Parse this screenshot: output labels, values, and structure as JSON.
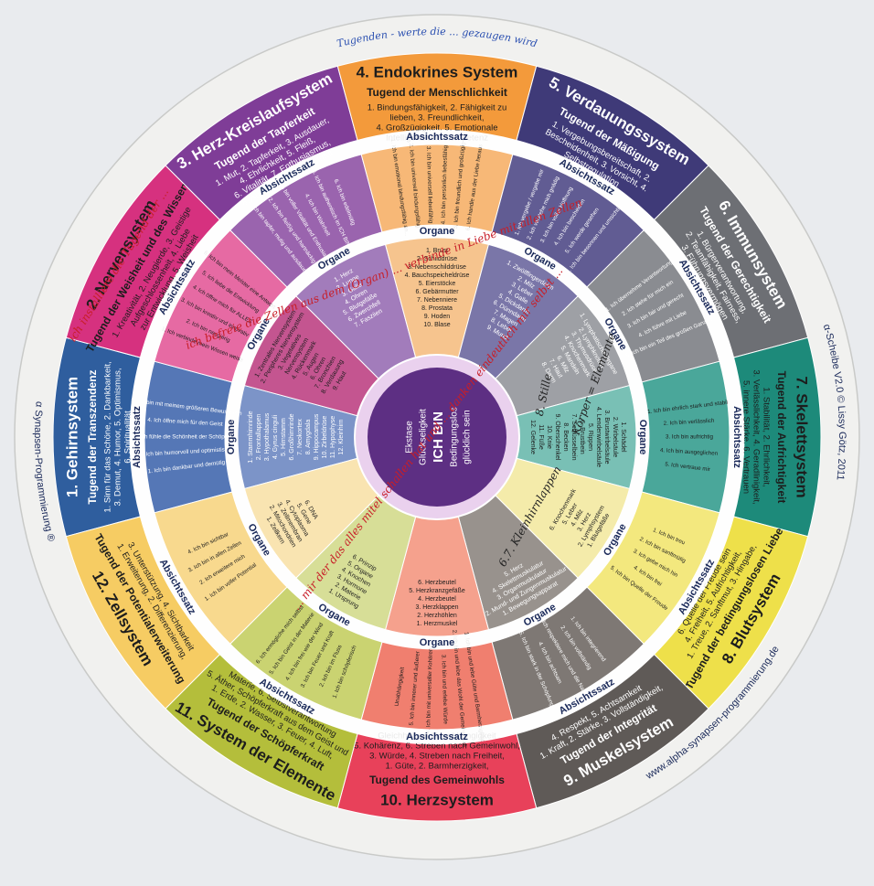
{
  "brand": {
    "logo_letter": "α",
    "name": "Synapsen-Programmierung ®",
    "website": "www.alpha-synapsen-programmierung.de",
    "edition": "α-Scheibe V2.0 © Lissy Götz, 2011"
  },
  "labels": {
    "intent": "Absichtssatz",
    "organs": "Organe"
  },
  "center": {
    "line1": "Ekstase",
    "line2": "Glückseligkeit",
    "main": "ICH BIN",
    "line3": "Bedingungslos",
    "line4": "glücklich sein"
  },
  "systems": [
    {
      "title": "1. Gehirnsystem",
      "virtue": "Tugend der Transzendenz",
      "virtues_list": [
        "1. Sinn für das Schöne, 2. Dankbarkeit,",
        "3. Demut, 4. Humor, 5. Optimismus,",
        "6. Spiritualität"
      ],
      "intent": [
        "1. Ich bin dankbar und demütig",
        "2. Ich bin humorvoll und optimistisch",
        "3. Ich fühle die Schönheit der Schöpfung",
        "4. Ich öffne mich für den Geist",
        "5. Ich bin mit meinem größeren Bewusstsein"
      ],
      "organs": [
        "1. Stammhirnrinde",
        "2. Frontallappen",
        "3. Hypothalamus",
        "4. Gyrus cinguli",
        "5. Hirnstamm",
        "6. Großhirnrinde",
        "7. Neokortex",
        "8. Amygdala",
        "9. Hippocampus",
        "10. Zirbeldrüse",
        "11. Hypophyse",
        "12. Kleinhirn"
      ],
      "color": "#2f5e9e",
      "intent_color": "#5577b6",
      "organ_color": "#7c94c8",
      "text_color": "#ffffff"
    },
    {
      "title": "2. Nervensystem",
      "virtue": "Tugend der Weisheit und des Wissens",
      "virtues_list": [
        "1. Kreativität, 2. Neugierde, 3. Geistige",
        "Aufgeschlossenheit, 4. Liebe",
        "zur Entwicklung, 5. Weisheit"
      ],
      "intent": [
        "1. Ich verbinde mein Wissen weise",
        "2. Ich bin neugierig",
        "3. Ich bin kreativ und innovativ",
        "4. Ich öffne mich für ALLES",
        "5. Ich liebe die Entwicklung",
        "6. Ich bin mein Meister eine Antwort"
      ],
      "organs": [
        "1. Zentrales Nervensystem",
        "2. Peripheres Nervensystem",
        "3. Vegetatives",
        "Nervensystem",
        "4. Rückenmark",
        "5. Augen",
        "6. Ohren",
        "7. Bronchien",
        "8. Verdauung",
        "9. Haut"
      ],
      "color": "#d6317f",
      "intent_color": "#e66aa3",
      "organ_color": "#c45590",
      "text_color": "#1d1d1d"
    },
    {
      "title": "3. Herz-Kreislaufsystem",
      "virtue": "Tugend der Tapferkeit",
      "virtues_list": [
        "1. Mut, 2. Tapferkeit, 3. Ausdauer,",
        "4. Ehrlichkeit, 5. Fleiß,",
        "6. Vitalität, 7. Enthusiasmus,",
        "8. Authentizität, 9. Edelmut"
      ],
      "intent": [
        "1. Ich bin tapfer, mutig und ausdauernd",
        "2. Ich bin fleißig und hartnäckig",
        "3. Ich bin voller Vitalität und Enthusiasmus",
        "4. Ich bin Wahrheit",
        "5. Ich bin authentisch im ICH BIN",
        "6. Ich bin edelmütig"
      ],
      "organs": [
        "1. Herz",
        "2. Lunge",
        "3. Galle",
        "4. Ohren",
        "5. Blutgefäße",
        "6. Zwerchfell",
        "7. Fasziien"
      ],
      "color": "#7f3d97",
      "intent_color": "#9a64ae",
      "organ_color": "#a27cbb",
      "text_color": "#ffffff"
    },
    {
      "title": "4. Endokrines System",
      "virtue": "Tugend der Menschlichkeit",
      "virtues_list": [
        "1. Bindungsfähigkeit, 2. Fähigkeit zu",
        "lieben, 3. Freundlichkeit,",
        "4. Großzügigkeit, 5. Emotionale",
        "Intelligenz und Kompetenz"
      ],
      "intent": [
        "1. Ich bin emotional bindungsfähig an...",
        "2. Ich bin universell bindungsfähig",
        "3. Ich bin universell liebesfähig",
        "4. Ich bin persönlich liebesfähig",
        "5. Ich bin freundlich und großzügig",
        "6. Ich handle aus der Liebe heraus"
      ],
      "organs": [
        "1. Brust",
        "2. Schilddrüse",
        "3. Nebenschilddrüse",
        "4. Bauchspeicheldrüse",
        "5. Eierstöcke",
        "6. Gebärmutter",
        "7. Nebenniere",
        "8. Prostata",
        "9. Hoden",
        "10. Blase"
      ],
      "color": "#f39a3b",
      "intent_color": "#f7b877",
      "organ_color": "#f6c48e",
      "text_color": "#1d1d1d"
    },
    {
      "title": "5. Verdauungssystem",
      "virtue": "Tugend der Mäßigung",
      "virtues_list": [
        "1. Vergebungsbereitschaft, 2.",
        "Bescheidenheit, 3. Vorsicht, 4.",
        "Selbstregulation"
      ],
      "intent": [
        "1. Ich vergebe / vergebe mir",
        "2. Ich verstehe mich gnädig",
        "3. Ich bin voller Hoffnung",
        "4. Ich bin bescheiden",
        "5. Ich werde gesehen",
        "6. Ich bin besonnen und umsichtig"
      ],
      "organs": [
        "1. Zwölffingerdarm",
        "2. Milz",
        "3. Leber",
        "4. Galle",
        "5. Dickdarm",
        "6. Dünndarm",
        "7. Magen",
        "8. Leber",
        "9. Mund"
      ],
      "color": "#3f3a78",
      "intent_color": "#615c93",
      "organ_color": "#7a76a8",
      "text_color": "#ffffff"
    },
    {
      "title": "6. Immunsystem",
      "virtue": "Tugend der Gerechtigkeit",
      "virtues_list": [
        "1. Bürgerverantwortung,",
        "2. Teamfähigkeit, Fairness,",
        "3. Führungsvermögen"
      ],
      "intent": [
        "1. Ich übernehme Verantwortung",
        "2. Ich stehe für mich ein",
        "3. Ich bin fair und gerecht",
        "4. Ich führe mit Liebe",
        "5. Ich bin ein Teil des großen Ganzen"
      ],
      "organs": [
        "1. Lymphatische Organe",
        "2. Lymphknoten",
        "3. Thymusdrüse",
        "4. Knochenmark",
        "5. Mandeln",
        "6. Milz",
        "7. Haut",
        "8. Darm"
      ],
      "color": "#6d6f74",
      "intent_color": "#8a8c91",
      "organ_color": "#9ea0a5",
      "text_color": "#ffffff"
    },
    {
      "title": "7. Skelettsystem",
      "virtue": "Tugend der Aufrichtigkeit",
      "virtues_list": [
        "1. Stabilität, 2. Ehrlichkeit,",
        "3. Verlässlichkeit, 4. Geradlinigkeit,",
        "5. innere Stärke, 6. Vertrauen"
      ],
      "intent": [
        "1. Ich bin ehrlich stark und stabil",
        "2. Ich bin verlässlich",
        "3. Ich bin aufrichtig",
        "4. Ich bin ausgeglichen",
        "5. Ich vertraue mir"
      ],
      "organs": [
        "1. Schädel",
        "2. Wirbelsäule",
        "3. Brustwirbelsäule",
        "4. Lendenwirbelsäule",
        "5. Rippen",
        "6. Brustbein",
        "7. Schlüsselbein",
        "8. Becken",
        "9. Oberschenkel",
        "10. Knie",
        "11. Füße",
        "12. Gelenke"
      ],
      "color": "#1d8a7a",
      "intent_color": "#4aa79a",
      "organ_color": "#79c0b5",
      "text_color": "#1d1d1d"
    },
    {
      "title": "8. Blutsystem",
      "virtue": "Tugend der bedingungslosen Liebe",
      "virtues_list": [
        "1. Treue, 2. Sanftmut, 3. Hingabe,",
        "4. Freiheit, 5. Aufrichtigkeit,",
        "6. Quelle der Freude sein"
      ],
      "intent": [
        "1. Ich bin treu",
        "2. Ich bin sanftmütig",
        "3. Ich gebe mich hin",
        "4. Ich bin frei",
        "5. Ich bin Quelle der Freude"
      ],
      "organs": [
        "1. Blutgefäße",
        "2. Lymphsystem",
        "3. Herz",
        "4. Milz",
        "5. Leber",
        "6. Knochenmark"
      ],
      "color": "#eee04a",
      "intent_color": "#f3e87e",
      "organ_color": "#f4ebaa",
      "text_color": "#1d1d1d"
    },
    {
      "title": "9. Muskelsystem",
      "virtue": "Tugend der Integrität",
      "virtues_list": [
        "1. Kraft, 2. Stärke, 3. Vollständigkeit,",
        "4. Respekt, 5. Achtsamkeit"
      ],
      "intent": [
        "1. Ich bin integrierend",
        "2. Ich bin vollständig",
        "3. Ich respektiere mich und die Natur",
        "4. Ich bin achtsam",
        "5. Ich bin stark in der Schöpfung"
      ],
      "organs": [
        "1. Bewegungsapparat",
        "2. Mund- und Zungenmuskulatur",
        "3. Organmuskulatur",
        "4. Skelettmuskulatur",
        "5. Herz"
      ],
      "color": "#5f5a57",
      "intent_color": "#7e7874",
      "organ_color": "#98928d",
      "text_color": "#ffffff"
    },
    {
      "title": "10. Herzsystem",
      "virtue": "Tugend des Gemeinwohls",
      "virtues_list": [
        "1. Güte, 2. Barmherzigkeit,",
        "3. Würde, 4. Streben nach Freiheit,",
        "5. Kohärenz, 6. Streben nach Gemeinwohl,",
        "Gleichheit und Unabhängigkeit"
      ],
      "intent": [
        "1. Ich bin und lebe Güte und Barmherzigkeit",
        "2. Ich bin und lebe das Wohl der Gemeinschaft",
        "3. Ich bin und erlebe Würde",
        "4. Ich bin mit universeller Kohärenz",
        "5. Ich bin innerer und äußerer",
        "Unabhängigkeit"
      ],
      "organs": [
        "1. Herzmuskel",
        "2. Herzhöhlen",
        "3. Herzklappen",
        "4. Herzbeutel",
        "5. Herzkranzgefäße",
        "6. Herzbeutel"
      ],
      "color": "#e8415a",
      "intent_color": "#f07f6f",
      "organ_color": "#f5a18d",
      "text_color": "#1d1d1d"
    },
    {
      "title": "11. System der Elemente",
      "virtue": "Tugend der Schöpferkraft",
      "virtues_list": [
        "1. Erde, 2. Wasser, 3. Feuer, 4. Luft,",
        "5. Äther, Schöpferkraft aus dem Geist und",
        "Materie, 6. Selbstverantwortung"
      ],
      "intent": [
        "1. Ich bin schöpferisch",
        "2. Ich bin im Fluss",
        "3. Ich bin Feuer und Kraft",
        "4. Ich bin frei wie der Wind",
        "5. Ich bin Geist in der Materie",
        "6. Ich ermögliche mich selbst"
      ],
      "organs": [
        "1. Ursprung",
        "2. Materie",
        "3. Hormone",
        "4. Knochen",
        "5. Organe",
        "6. Prinzip"
      ],
      "color": "#b4be3b",
      "intent_color": "#cad371",
      "organ_color": "#d7de97",
      "text_color": "#1d1d1d"
    },
    {
      "title": "12. Zellsystem",
      "virtue": "Tugend der Potentialerweiterung",
      "virtues_list": [
        "1. Erweiterung, 2. Differenzierung,",
        "3. Unterstützung, 4. Sichtbarkeit"
      ],
      "intent": [
        "1. Ich bin voller Potential",
        "2. Ich erweitere mich",
        "3. Ich bin in allen Zellen",
        "4. Ich bin sichtbar"
      ],
      "organs": [
        "1. Zellkern",
        "2. Mitochondrien",
        "3. Zellmembran",
        "4. Cytoplasma",
        "5. Gene",
        "6. DNA"
      ],
      "color": "#f6cc63",
      "intent_color": "#f8d98e",
      "organ_color": "#f9e4b1",
      "text_color": "#1d1d1d"
    }
  ],
  "handwritten_notes": {
    "top_blue": "Tugenden - werte die ... gezaugen wird",
    "left_red": "ich installiere die Tugend der ...",
    "red_inner": "ich befreie die Zellen aus dem (Organ) ... verbinde in Liebe mit allen Zellen",
    "red_center": "... mir der das alles mitel schallen hat und ... danken eindeutlich mir selbst ...",
    "black_note": "Körper = Elemente",
    "black_note_2": "8. Stille",
    "black_note_3": "6.7. Kleinhirnlappen"
  },
  "colors": {
    "rim": "#f1f1ef",
    "ring_band": "#ffffff",
    "center": "#5d2f83",
    "center_ring": "#ead1ee"
  }
}
